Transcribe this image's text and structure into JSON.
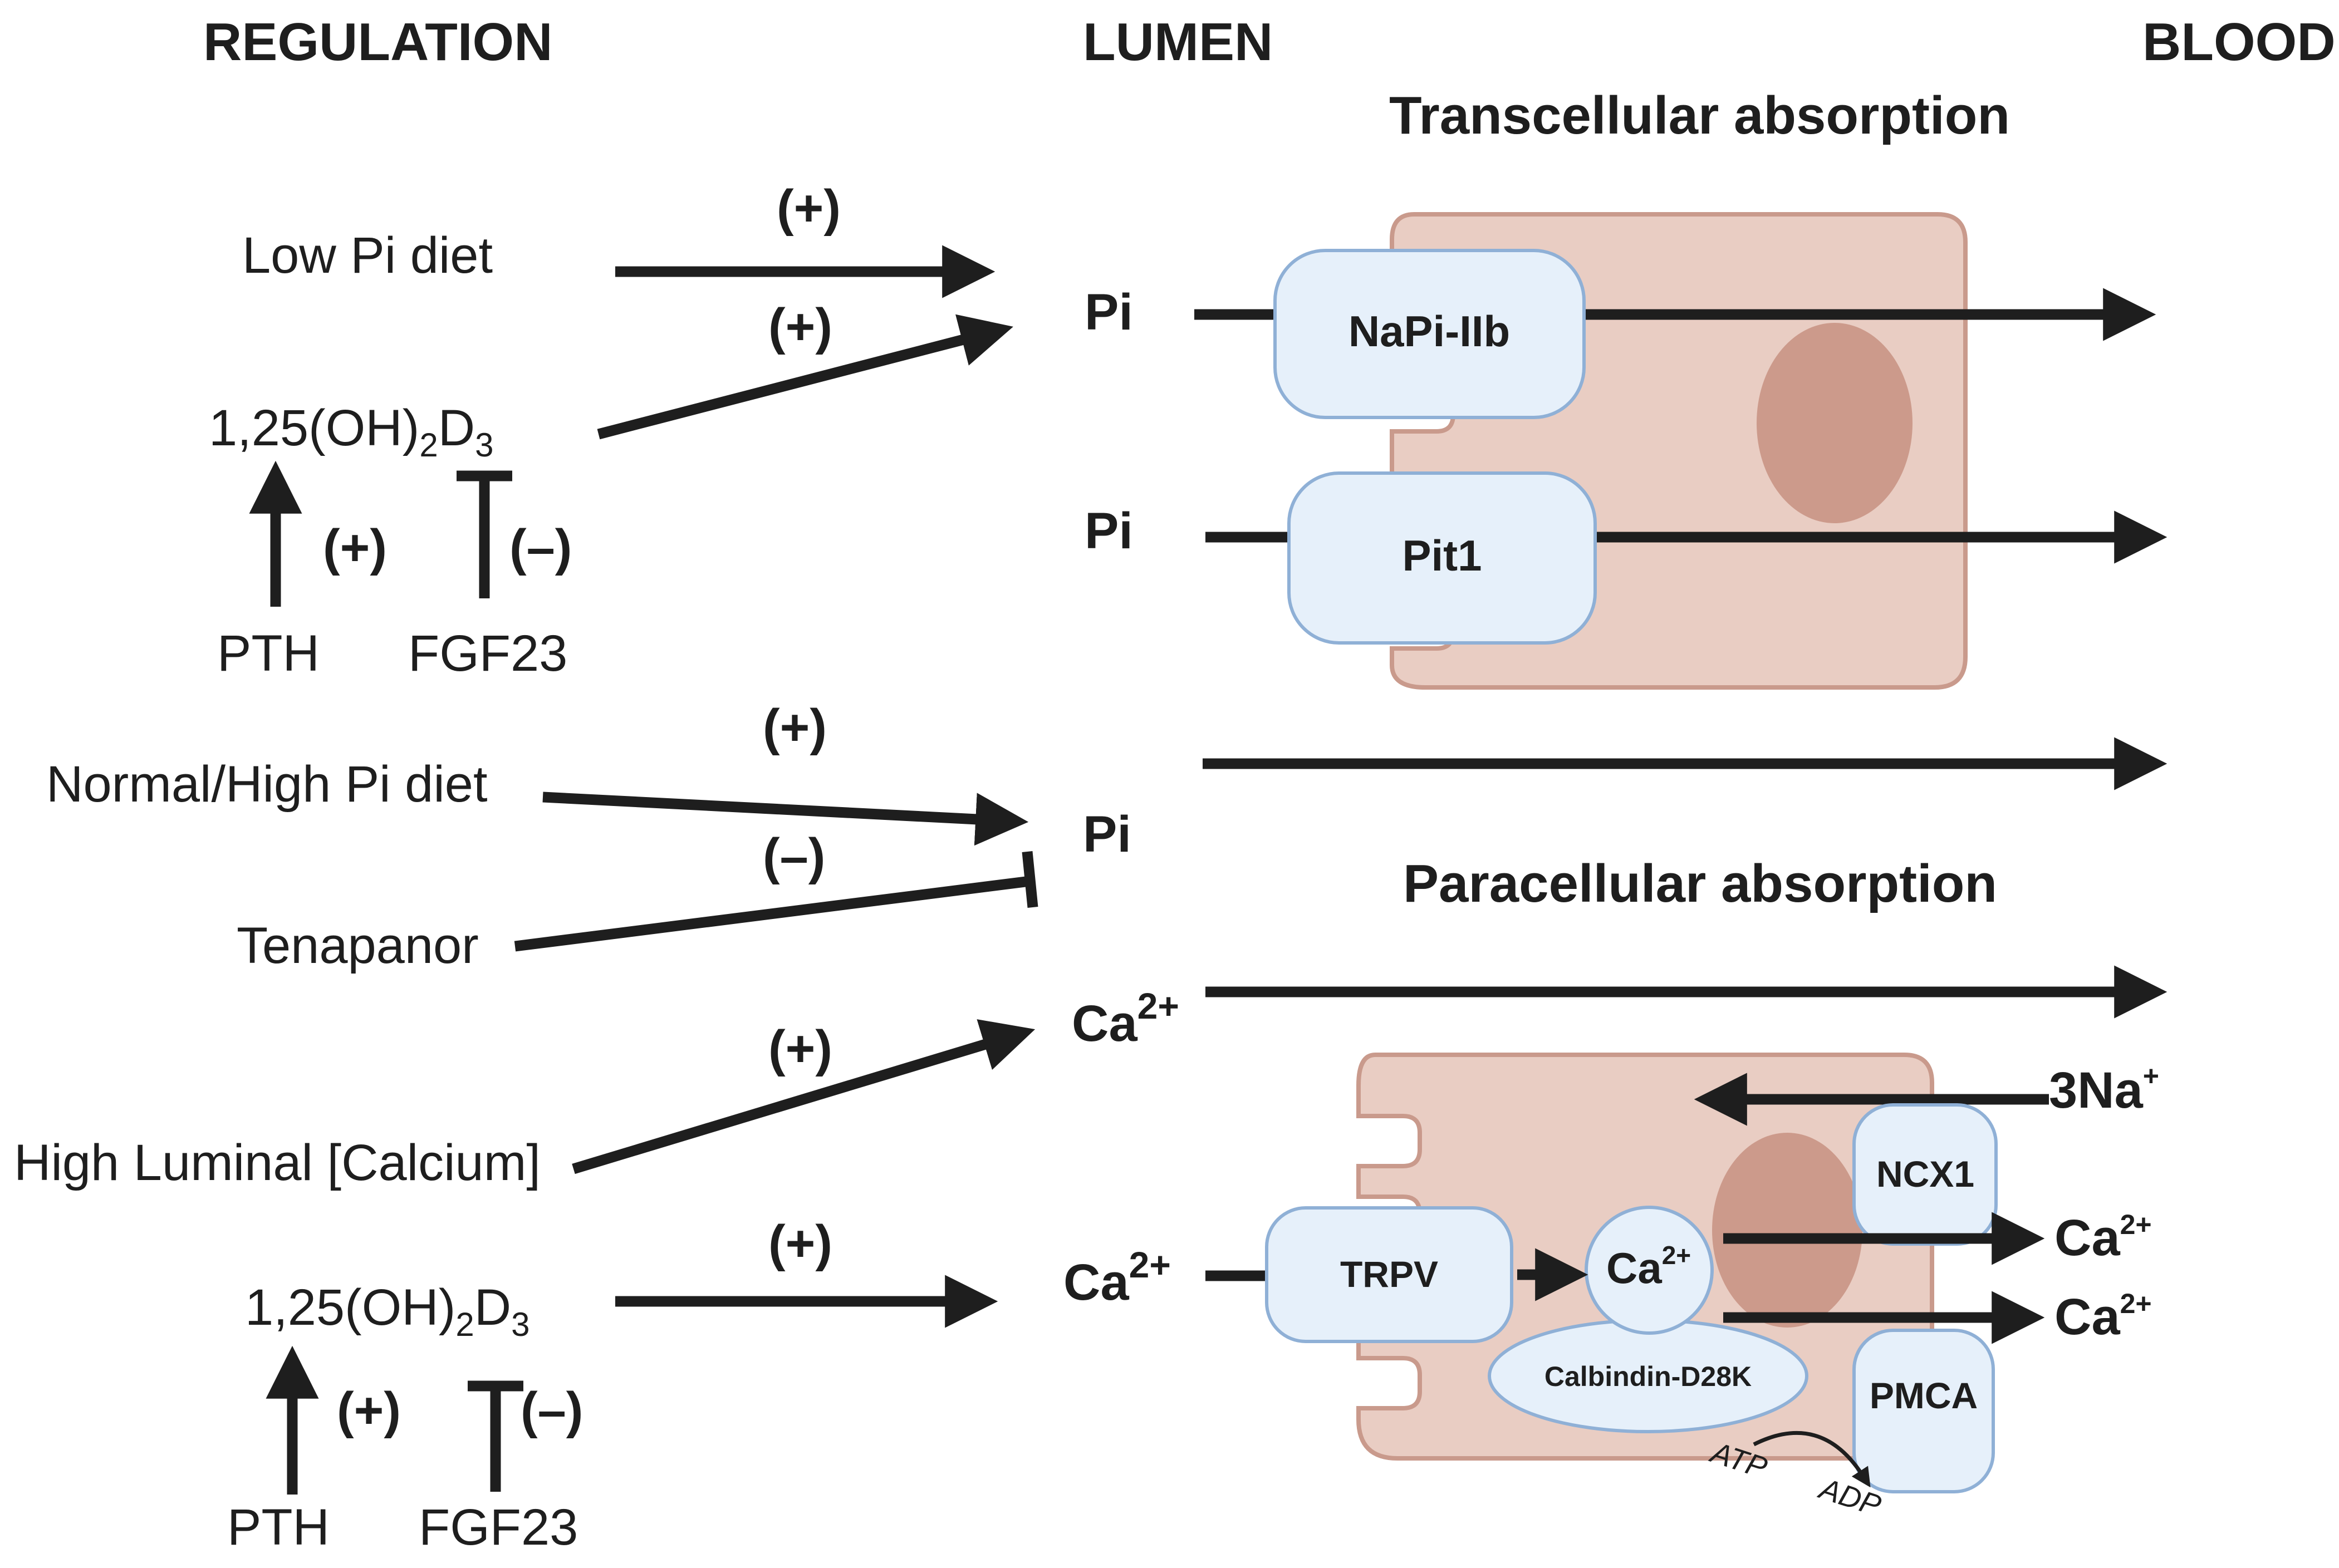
{
  "headers": {
    "regulation": "REGULATION",
    "lumen": "LUMEN",
    "blood": "BLOOD"
  },
  "sections": {
    "transcellular": "Transcellular absorption",
    "paracellular": "Paracellular absorption"
  },
  "regulators": {
    "low_pi_diet": "Low Pi diet",
    "vitd_top": "1,25(OH)",
    "vitd_sub2": "2",
    "vitd_D": "D",
    "vitd_sub3": "3",
    "pth": "PTH",
    "fgf23": "FGF23",
    "normal_high_pi": "Normal/High Pi diet",
    "tenapanor": "Tenapanor",
    "high_luminal_calcium": "High Luminal [Calcium]"
  },
  "signs": {
    "plus": "(+)",
    "minus": "(–)"
  },
  "ions": {
    "pi": "Pi",
    "ca": "Ca",
    "ca_charge": "2+",
    "na": "3Na",
    "na_charge": "+"
  },
  "proteins": {
    "napi": "NaPi-IIb",
    "pit1": "Pit1",
    "trpv": "TRPV",
    "calbindin": "Calbindin-D28K",
    "ncx1": "NCX1",
    "pmca": "PMCA"
  },
  "energy": {
    "atp": "ATP",
    "adp": "ADP"
  }
}
